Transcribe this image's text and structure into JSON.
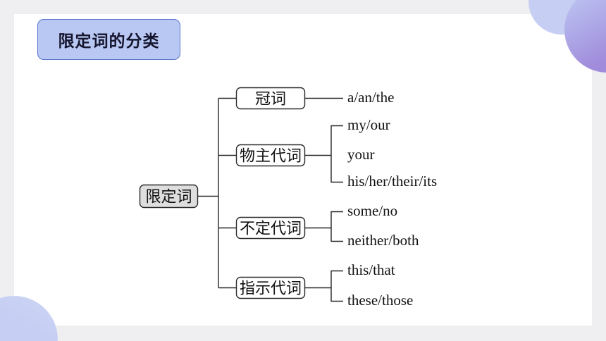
{
  "title": "限定词的分类",
  "tree": {
    "root": "限定词",
    "branches": [
      {
        "label": "冠词",
        "items": [
          "a/an/the"
        ]
      },
      {
        "label": "物主代词",
        "items": [
          "my/our",
          "your",
          "his/her/their/its"
        ]
      },
      {
        "label": "不定代词",
        "items": [
          "some/no",
          "neither/both"
        ]
      },
      {
        "label": "指示代词",
        "items": [
          "this/that",
          "these/those"
        ]
      }
    ]
  },
  "colors": {
    "title_fill": "#b9c8f2",
    "title_border": "#5a77cc",
    "circle_light": "#c6cff3",
    "circle_purple": "#a08cdb",
    "root_node_fill": "#dedede"
  }
}
